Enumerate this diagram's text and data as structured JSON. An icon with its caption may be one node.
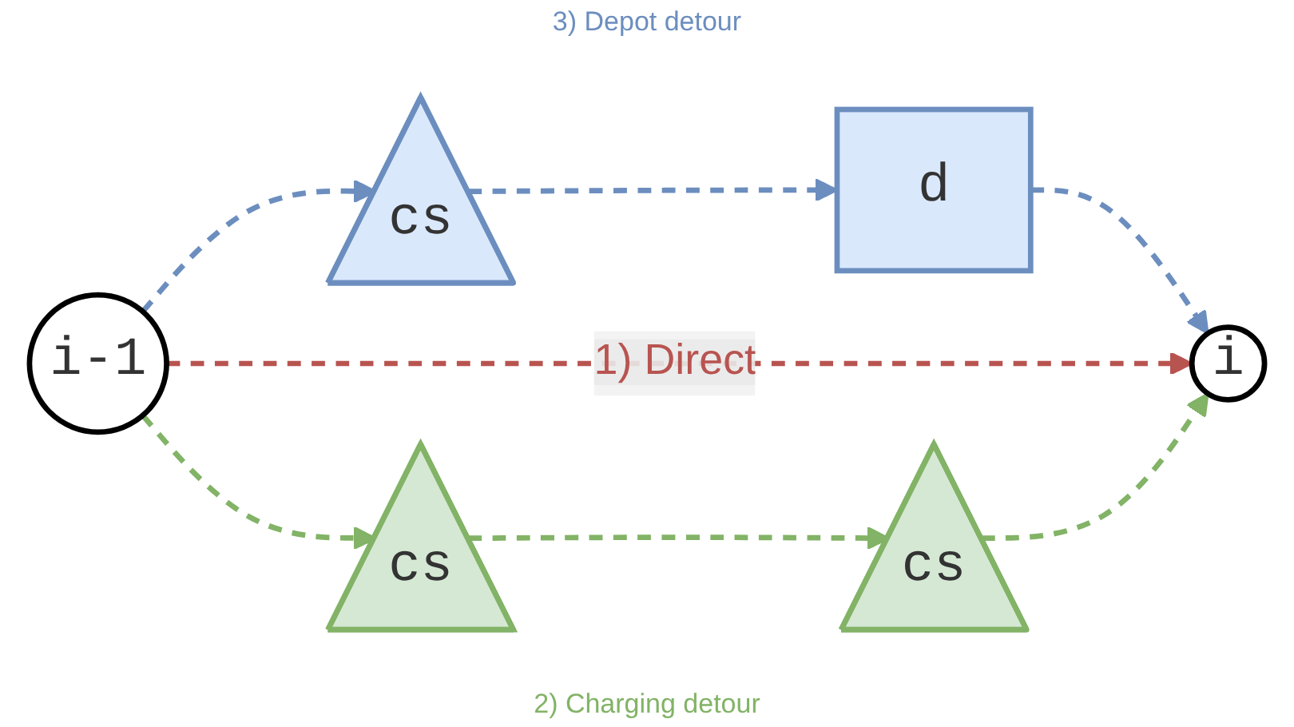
{
  "diagram": {
    "nodes": [
      {
        "text": [
          "i-1"
        ]
      },
      {
        "text": [
          "cs"
        ]
      },
      {
        "text": [
          "d"
        ]
      },
      {
        "text": [
          "i"
        ]
      },
      {
        "text": [
          "cs"
        ]
      },
      {
        "text": [
          "cs"
        ]
      }
    ],
    "edges": [
      {
        "from": 0,
        "to": 1,
        "arrow": "to",
        "style": "dashed",
        "color": "#6c8ebf"
      },
      {
        "from": 1,
        "to": 2,
        "arrow": "to",
        "style": "dashed",
        "color": "#6c8ebf"
      },
      {
        "from": 2,
        "to": 3,
        "arrow": "to",
        "style": "dashed",
        "color": "#6c8ebf"
      },
      {
        "from": 0,
        "to": 3,
        "arrow": "to",
        "label": "1) Direct",
        "style": "dashed",
        "color": "#b85450"
      },
      {
        "from": 0,
        "to": 4,
        "arrow": "to",
        "style": "dashed",
        "color": "#82b366"
      },
      {
        "from": 4,
        "to": 5,
        "arrow": "to",
        "style": "dashed",
        "color": "#82b366"
      },
      {
        "from": 5,
        "to": 3,
        "arrow": "to",
        "style": "dashed",
        "color": "#82b366"
      }
    ],
    "labels": [
      "3) Depot detour",
      "2) Charging detour"
    ]
  }
}
